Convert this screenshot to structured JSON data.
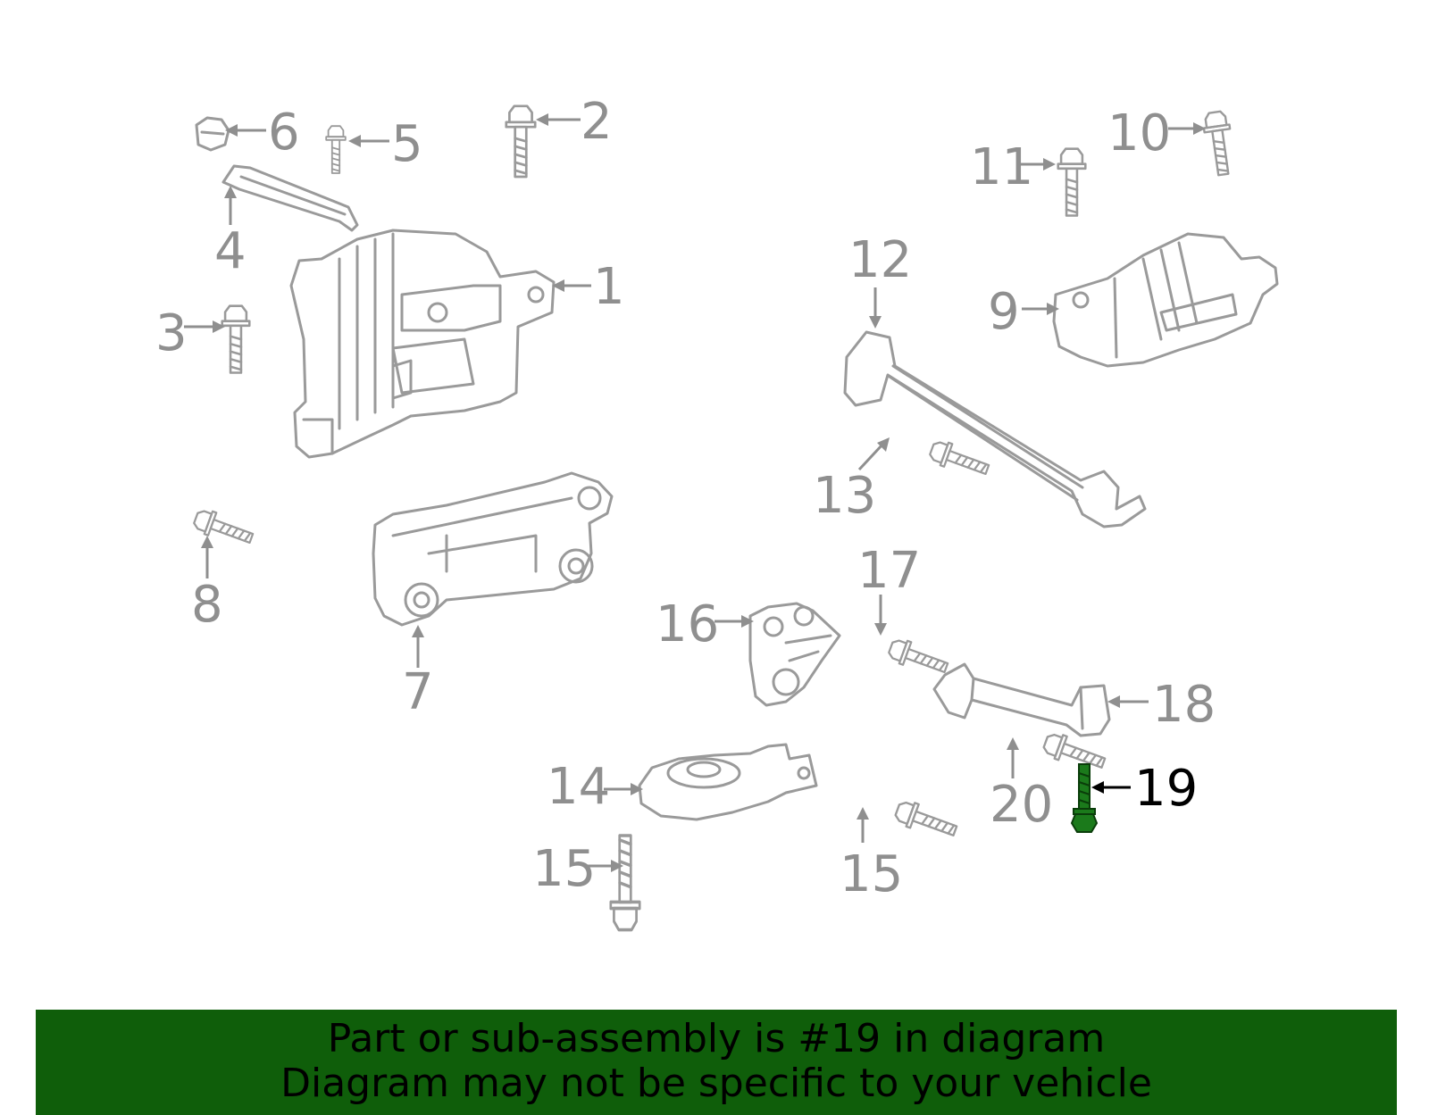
{
  "diagram": {
    "callouts": {
      "c1": "1",
      "c2": "2",
      "c3": "3",
      "c4": "4",
      "c5": "5",
      "c6": "6",
      "c7": "7",
      "c8": "8",
      "c9": "9",
      "c10": "10",
      "c11": "11",
      "c12": "12",
      "c13": "13",
      "c14": "14",
      "c15a": "15",
      "c15b": "15",
      "c16": "16",
      "c17": "17",
      "c18": "18",
      "c19": "19",
      "c20": "20"
    },
    "highlight_color": "#1b7a1b",
    "part_color": "#9a9a9a"
  },
  "banner": {
    "line1": "Part or sub-assembly is #19 in diagram",
    "line2": "Diagram may not be specific to your vehicle",
    "background": "#0f5e0a"
  }
}
